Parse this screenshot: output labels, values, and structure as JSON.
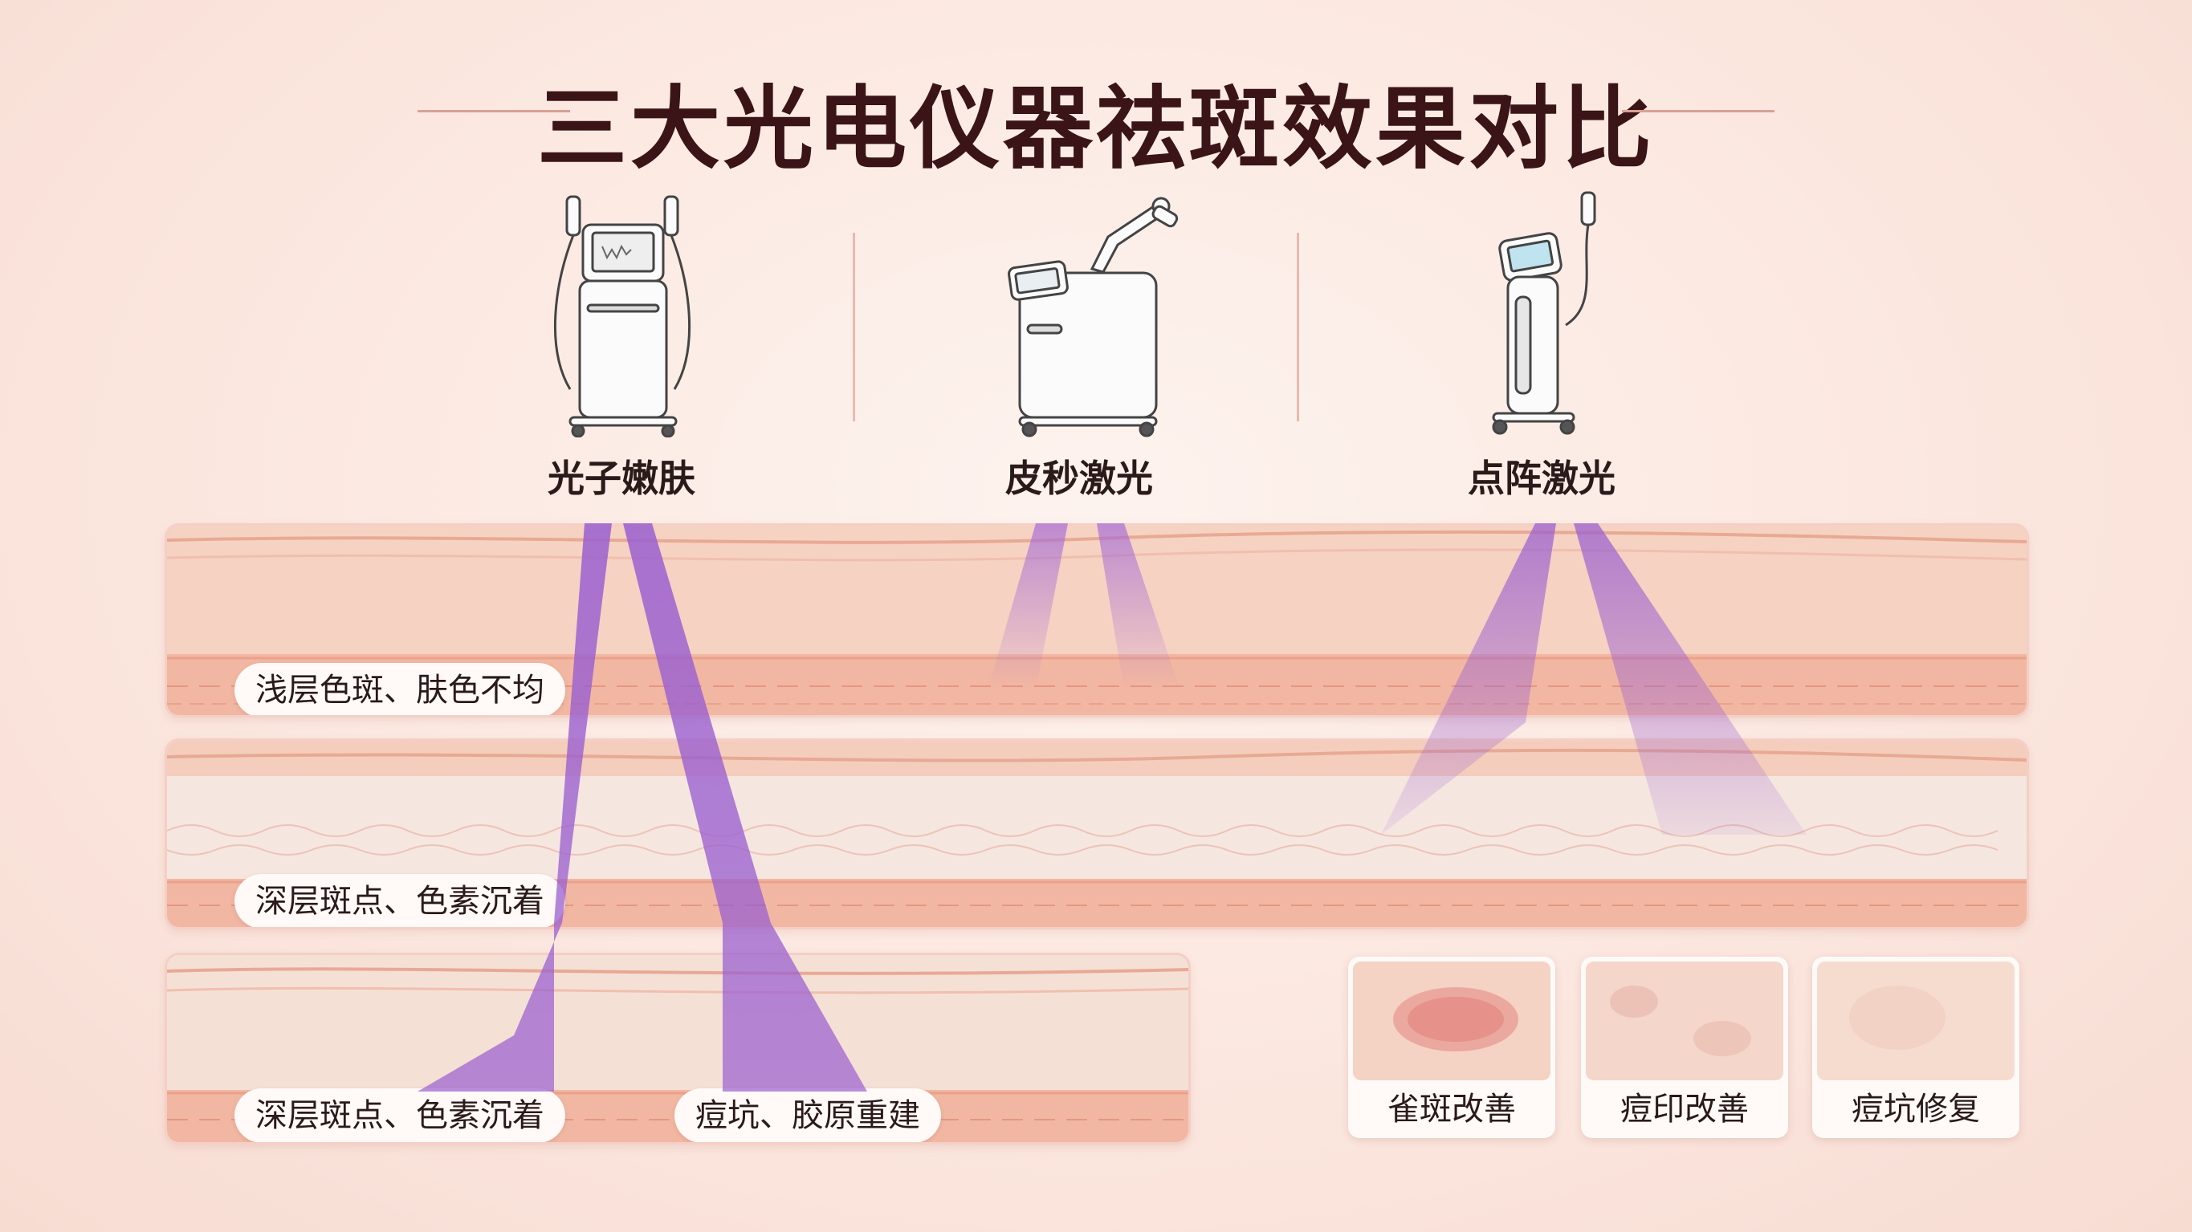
{
  "title": "三大光电仪器祛斑效果对比",
  "devices": [
    {
      "label": "光子嫩肤",
      "icon": "ipl-machine-icon"
    },
    {
      "label": "皮秒激光",
      "icon": "picosecond-laser-machine-icon"
    },
    {
      "label": "点阵激光",
      "icon": "fractional-laser-machine-icon"
    }
  ],
  "layers": [
    {
      "labels": [
        "浅层色斑、肤色不均"
      ]
    },
    {
      "labels": [
        "深层斑点、色素沉着"
      ]
    },
    {
      "labels": [
        "深层斑点、色素沉着",
        "痘坑、胶原重建"
      ]
    }
  ],
  "results": [
    {
      "caption": "雀斑改善"
    },
    {
      "caption": "痘印改善"
    },
    {
      "caption": "痘坑修复"
    }
  ],
  "colors": {
    "title": "#3a1416",
    "beam": "#9a5fd0",
    "skin": "#f6cdbb",
    "dermis": "#f3ddd3",
    "fat": "#f4c2b0"
  }
}
